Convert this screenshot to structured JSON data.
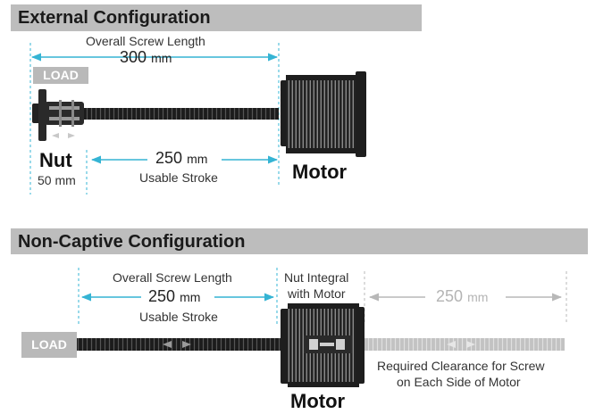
{
  "external": {
    "title": "External Configuration",
    "overall_label": "Overall Screw Length",
    "overall_value": "300",
    "unit": "mm",
    "load_label": "LOAD",
    "nut_label": "Nut",
    "nut_size": "50 mm",
    "stroke_value": "250",
    "stroke_label": "Usable Stroke",
    "motor_label": "Motor"
  },
  "noncaptive": {
    "title": "Non-Captive Configuration",
    "overall_label": "Overall Screw Length",
    "stroke_value": "250",
    "unit": "mm",
    "stroke_label": "Usable Stroke",
    "nut_integral_line1": "Nut Integral",
    "nut_integral_line2": "with Motor",
    "clearance_value": "250",
    "clearance_line1": "Required Clearance for Screw",
    "clearance_line2": "on Each Side of Motor",
    "load_label": "LOAD",
    "motor_label": "Motor"
  },
  "colors": {
    "dimension": "#35b4d4",
    "clearance": "#b8b8b8",
    "banner": "#bdbdbd",
    "screw": "#1c1c1c"
  }
}
